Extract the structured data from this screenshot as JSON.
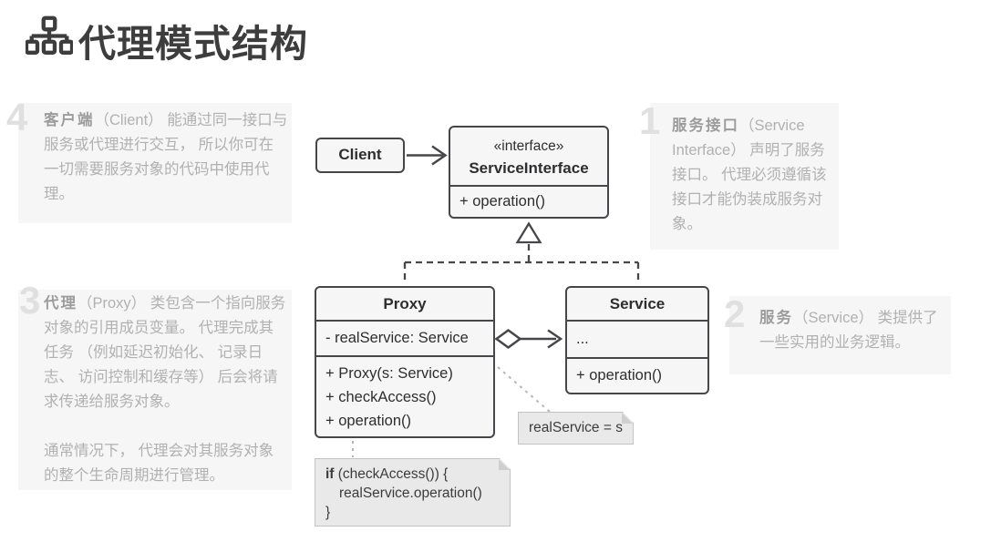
{
  "header": {
    "title": "代理模式结构",
    "icon": "sitemap-icon"
  },
  "callouts": [
    {
      "number": "1",
      "lead": "服务接口",
      "text": "（Service Interface） 声明了服务接口。 代理必须遵循该接口才能伪装成服务对象。"
    },
    {
      "number": "2",
      "lead": "服务",
      "text": "（Service） 类提供了一些实用的业务逻辑。"
    },
    {
      "number": "3",
      "lead": "代理",
      "text": "（Proxy） 类包含一个指向服务对象的引用成员变量。 代理完成其任务 （例如延迟初始化、 记录日志、 访问控制和缓存等） 后会将请求传递给服务对象。",
      "text2": "通常情况下， 代理会对其服务对象的整个生命周期进行管理。"
    },
    {
      "number": "4",
      "lead": "客户端",
      "text": "（Client） 能通过同一接口与服务或代理进行交互， 所以你可在一切需要服务对象的代码中使用代理。"
    }
  ],
  "uml": {
    "client": {
      "name": "Client"
    },
    "service_interface": {
      "stereotype": "«interface»",
      "name": "ServiceInterface",
      "methods": [
        "+ operation()"
      ]
    },
    "proxy": {
      "name": "Proxy",
      "attributes": [
        "- realService: Service"
      ],
      "methods": [
        "+ Proxy(s: Service)",
        "+ checkAccess()",
        "+ operation()"
      ]
    },
    "service": {
      "name": "Service",
      "attributes": [
        "..."
      ],
      "methods": [
        "+ operation()"
      ]
    },
    "relations": [
      "client-association-serviceinterface",
      "proxy-realizes-serviceinterface",
      "service-realizes-serviceinterface",
      "proxy-aggregates-service"
    ]
  },
  "notes": {
    "assignment": "realService = s",
    "code": {
      "keyword": "if",
      "line1_rest": " (checkAccess()) {",
      "line2": "realService.operation()",
      "line3": "}"
    }
  },
  "colors": {
    "title_text": "#3d3d3d",
    "callout_bg": "#f6f6f6",
    "callout_text": "#b1b1b1",
    "callout_number": "#e0e0e0",
    "uml_border": "#46474b",
    "uml_fill": "#f6f6f6",
    "uml_text": "#2d2e30",
    "note_fill": "#e9e9e9",
    "note_border": "#c2c2c2"
  }
}
